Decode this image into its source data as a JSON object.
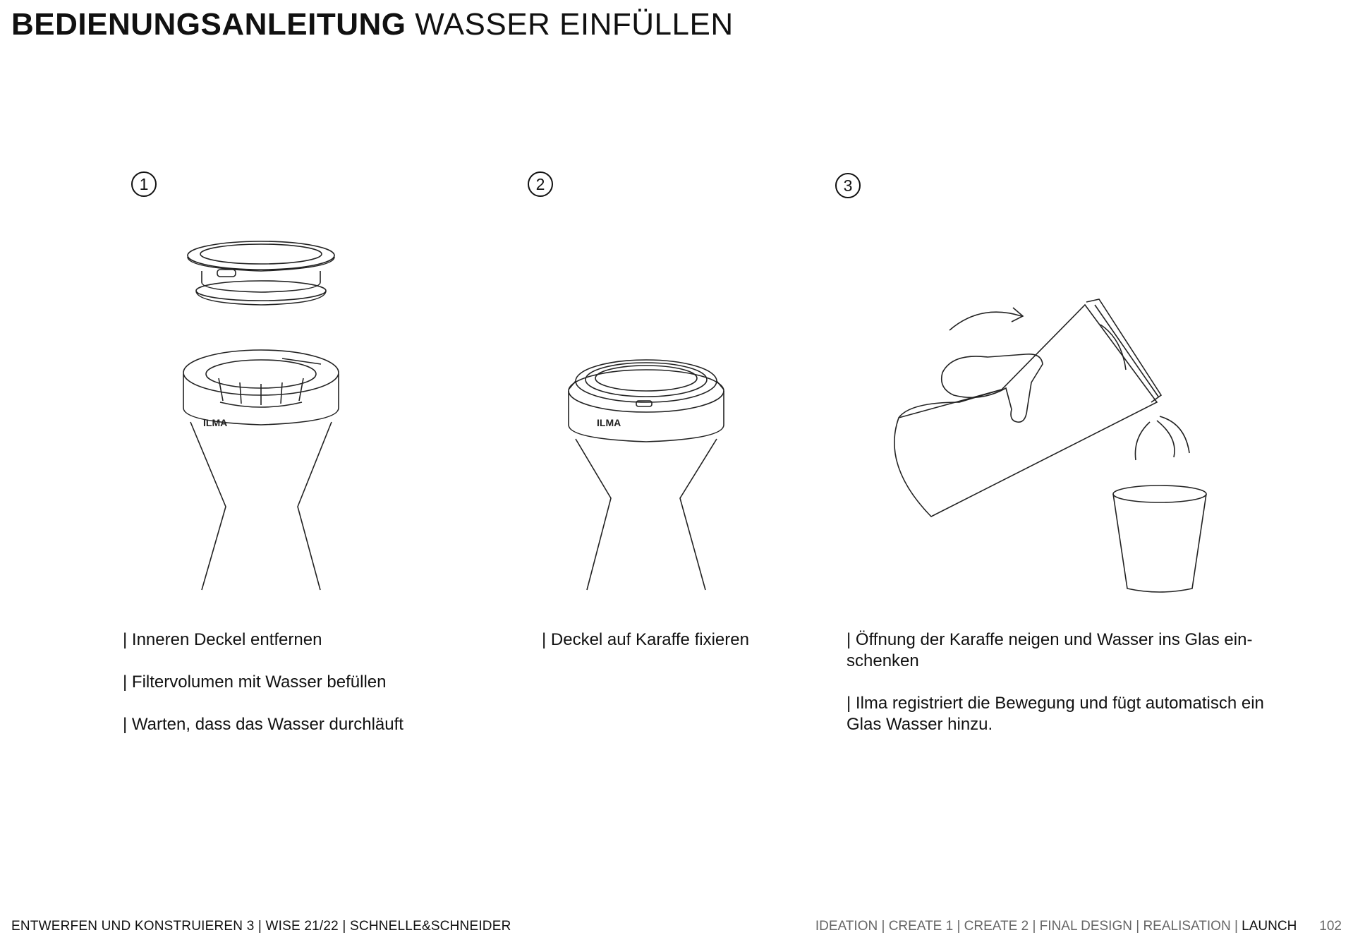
{
  "header": {
    "title_bold": "BEDIENUNGSANLEITUNG",
    "title_light": "WASSER EINFÜLLEN"
  },
  "steps": [
    {
      "number": "1",
      "lines": [
        "| Inneren Deckel entfernen",
        "| Filtervolumen mit Wasser befüllen",
        "| Warten, dass das Wasser durchläuft"
      ]
    },
    {
      "number": "2",
      "lines": [
        "| Deckel auf Karaffe fixieren"
      ]
    },
    {
      "number": "3",
      "lines": [
        "| Öffnung der Karaffe neigen und Wasser ins Glas ein-schenken",
        "| Ilma registriert die Bewegung und fügt automatisch ein Glas Wasser hinzu."
      ]
    }
  ],
  "illustration": {
    "logo_text": "ILMA"
  },
  "footer": {
    "left": "ENTWERFEN UND KONSTRUIEREN 3 | WISE 21/22 | SCHNELLE&SCHNEIDER",
    "nav": "IDEATION | CREATE 1 | CREATE 2 | FINAL DESIGN | REALISATION | ",
    "nav_active": "LAUNCH",
    "page": "102"
  }
}
